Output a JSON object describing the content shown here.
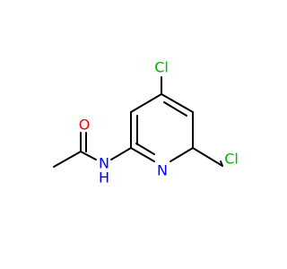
{
  "molecule": {
    "atoms": {
      "o1": "O",
      "n_amide": "N",
      "h_amide": "H",
      "n_ring": "N",
      "cl_ring": "Cl",
      "cl_chain": "Cl"
    },
    "colors": {
      "bond": "#000000",
      "O": "#ff0000",
      "N": "#0000ff",
      "Cl": "#00b400"
    }
  }
}
